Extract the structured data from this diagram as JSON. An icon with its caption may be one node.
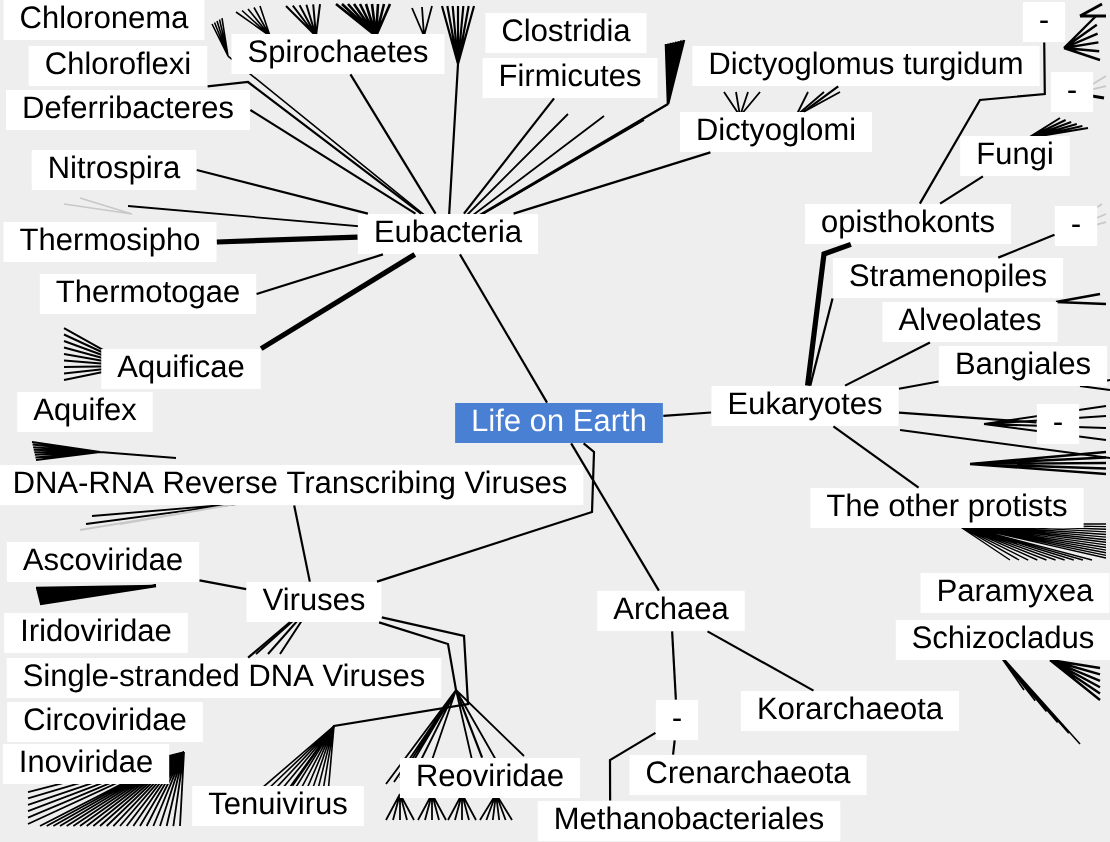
{
  "diagram": {
    "nodes": [
      {
        "text": [
          "Chloronema"
        ]
      },
      {
        "text": [
          "Clostridia"
        ]
      },
      {
        "text": [
          "-"
        ]
      },
      {
        "text": [
          "Chloroflexi"
        ]
      },
      {
        "text": [
          "Spirochaetes"
        ]
      },
      {
        "text": [
          "Firmicutes"
        ]
      },
      {
        "text": [
          "Dictyoglomus turgidum"
        ]
      },
      {
        "text": [
          "-"
        ]
      },
      {
        "text": [
          "Deferribacteres"
        ]
      },
      {
        "text": [
          "Dictyoglomi"
        ]
      },
      {
        "text": [
          "Fungi"
        ]
      },
      {
        "text": [
          "Nitrospira"
        ]
      },
      {
        "text": [
          "Eubacteria"
        ]
      },
      {
        "text": [
          "opisthokonts"
        ]
      },
      {
        "text": [
          "-"
        ]
      },
      {
        "text": [
          "Thermosipho"
        ]
      },
      {
        "text": [
          "Stramenopiles"
        ]
      },
      {
        "text": [
          "Thermotogae"
        ]
      },
      {
        "text": [
          "Alveolates"
        ]
      },
      {
        "text": [
          "Bangiales"
        ]
      },
      {
        "text": [
          "Aquificae"
        ]
      },
      {
        "text": [
          "Eukaryotes"
        ]
      },
      {
        "text": [
          "Aquifex"
        ]
      },
      {
        "text": [
          "Life on Earth"
        ]
      },
      {
        "text": [
          "-"
        ]
      },
      {
        "text": [
          "DNA-RNA Reverse Transcribing Viruses"
        ]
      },
      {
        "text": [
          "The other protists"
        ]
      },
      {
        "text": [
          "Ascoviridae"
        ]
      },
      {
        "text": [
          "Viruses"
        ]
      },
      {
        "text": [
          "Archaea"
        ]
      },
      {
        "text": [
          "Paramyxea"
        ]
      },
      {
        "text": [
          "Iridoviridae"
        ]
      },
      {
        "text": [
          "Schizocladus"
        ]
      },
      {
        "text": [
          "Single-stranded DNA Viruses"
        ]
      },
      {
        "text": [
          "Korarchaeota"
        ]
      },
      {
        "text": [
          "-"
        ]
      },
      {
        "text": [
          "Circoviridae"
        ]
      },
      {
        "text": [
          "Inoviridae"
        ]
      },
      {
        "text": [
          "Crenarchaeota"
        ]
      },
      {
        "text": [
          "Reoviridae"
        ]
      },
      {
        "text": [
          "Tenuivirus"
        ]
      },
      {
        "text": [
          "Methanobacteriales"
        ]
      }
    ],
    "edges": [
      {
        "from": 23,
        "to": 12,
        "arrow": "none"
      },
      {
        "from": 23,
        "to": 21,
        "arrow": "none"
      },
      {
        "from": 23,
        "to": 28,
        "arrow": "none"
      },
      {
        "from": 23,
        "to": 29,
        "arrow": "none"
      },
      {
        "from": 12,
        "to": 3,
        "arrow": "none"
      },
      {
        "from": 12,
        "to": 8,
        "arrow": "none"
      },
      {
        "from": 12,
        "to": 11,
        "arrow": "none"
      },
      {
        "from": 12,
        "to": 15,
        "arrow": "none",
        "style": "thick"
      },
      {
        "from": 12,
        "to": 17,
        "arrow": "none"
      },
      {
        "from": 12,
        "to": 20,
        "arrow": "none",
        "style": "thick"
      },
      {
        "from": 12,
        "to": 4,
        "arrow": "none"
      },
      {
        "from": 12,
        "to": 5,
        "arrow": "none"
      },
      {
        "from": 12,
        "to": 9,
        "arrow": "none"
      },
      {
        "from": 9,
        "to": 6,
        "arrow": "none"
      },
      {
        "from": 21,
        "to": 13,
        "arrow": "none",
        "style": "thick"
      },
      {
        "from": 13,
        "to": 10,
        "arrow": "none"
      },
      {
        "from": 21,
        "to": 16,
        "arrow": "none"
      },
      {
        "from": 21,
        "to": 18,
        "arrow": "none"
      },
      {
        "from": 21,
        "to": 19,
        "arrow": "none"
      },
      {
        "from": 21,
        "to": 24,
        "arrow": "none"
      },
      {
        "from": 21,
        "to": 26,
        "arrow": "none"
      },
      {
        "from": 16,
        "to": 14,
        "arrow": "none"
      },
      {
        "from": 28,
        "to": 25,
        "arrow": "none"
      },
      {
        "from": 28,
        "to": 27,
        "arrow": "none"
      },
      {
        "from": 28,
        "to": 33,
        "arrow": "none"
      },
      {
        "from": 28,
        "to": 40,
        "arrow": "none"
      },
      {
        "from": 28,
        "to": 39,
        "arrow": "none"
      },
      {
        "from": 29,
        "to": 34,
        "arrow": "none"
      },
      {
        "from": 29,
        "to": 35,
        "arrow": "none"
      },
      {
        "from": 13,
        "to": 2,
        "arrow": "none"
      },
      {
        "from": 35,
        "to": 38,
        "arrow": "none"
      },
      {
        "from": 35,
        "to": 41,
        "arrow": "none"
      }
    ]
  }
}
